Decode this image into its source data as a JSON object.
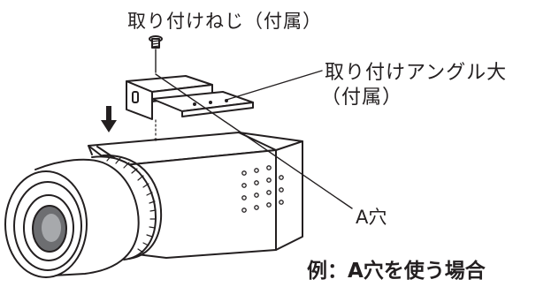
{
  "labels": {
    "screw": "取り付けねじ（付属）",
    "bracket_line1": "取り付けアングル大",
    "bracket_line2": "（付属）",
    "hole": "A穴",
    "example": "例：A穴を使う場合"
  },
  "colors": {
    "line": "#231f20",
    "fill": "#ffffff"
  },
  "icons": {
    "arrow": "down-arrow-icon"
  }
}
